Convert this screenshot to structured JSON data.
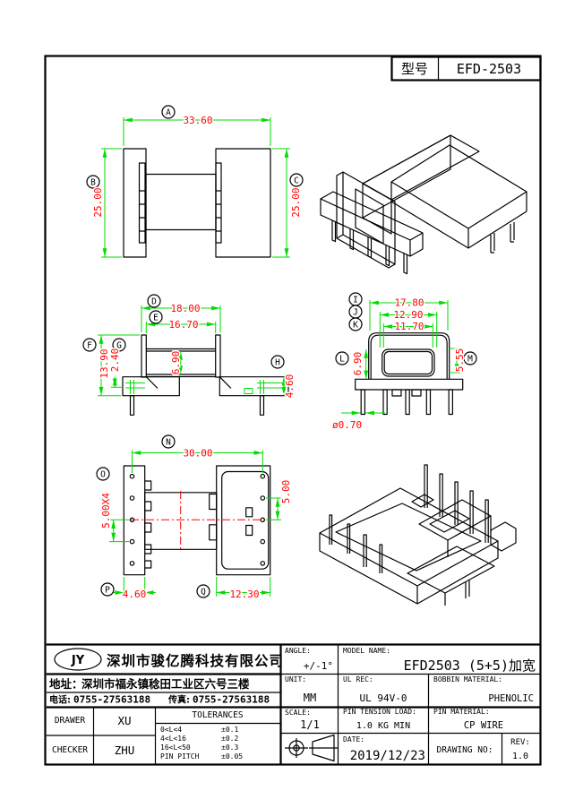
{
  "part_header": {
    "label": "型号",
    "value": "EFD-2503"
  },
  "views": {
    "front_top": {
      "label_a": "A",
      "dim_a": "33.60",
      "label_b": "B",
      "dim_b": "25.00",
      "label_c": "C",
      "dim_c": "25.00"
    },
    "front": {
      "label_d": "D",
      "dim_d": "18.00",
      "label_e": "E",
      "dim_e": "16.70",
      "label_f": "F",
      "dim_f": "13.90",
      "label_g": "G",
      "dim_g": "2.40",
      "dim_window": "6.90",
      "label_h": "H",
      "dim_h": "4.60"
    },
    "side": {
      "label_i": "I",
      "dim_i": "17.80",
      "label_j": "J",
      "dim_j": "12.90",
      "label_k": "K",
      "dim_k": "11.70",
      "label_l": "L",
      "dim_l": "6.90",
      "label_m": "M",
      "dim_m": "5.55",
      "dim_pin_dia": "ø0.70"
    },
    "bottom": {
      "label_n": "N",
      "dim_n": "30.00",
      "label_o": "O",
      "dim_o": "5.00X4",
      "dim_pitch": "5.00",
      "label_p": "P",
      "dim_p": "4.60",
      "label_q": "Q",
      "dim_q": "12.30"
    }
  },
  "company": {
    "logo": "JY",
    "name": "深圳市骏亿腾科技有限公司",
    "address_label": "地址：",
    "address": "深圳市福永镇稔田工业区六号三楼",
    "phone_label": "电话:",
    "phone": "0755-27563188",
    "fax_label": "传真:",
    "fax": "0755-27563188"
  },
  "title_block": {
    "angle_label": "ANGLE:",
    "angle": "+/-1°",
    "model_name_label": "MODEL NAME:",
    "model_name": "EFD2503 (5+5)加宽",
    "unit_label": "UNIT:",
    "unit": "MM",
    "ul_rec_label": "UL REC:",
    "ul_rec": "UL 94V-0",
    "bobbin_material_label": "BOBBIN MATERIAL:",
    "bobbin_material": "PHENOLIC",
    "scale_label": "SCALE:",
    "scale": "1/1",
    "pin_tension_label": "PIN TENSION LOAD:",
    "pin_tension": "1.0 KG MIN",
    "pin_material_label": "PIN MATERIAL:",
    "pin_material": "CP WIRE",
    "date_label": "DATE:",
    "date": "2019/12/23",
    "drawing_no_label": "DRAWING NO:",
    "rev_label": "REV:",
    "rev": "1.0",
    "drawer_label": "DRAWER",
    "drawer": "XU",
    "checker_label": "CHECKER",
    "checker": "ZHU",
    "tolerances_title": "TOLERANCES",
    "tolerances": [
      {
        "range": "0<L<4",
        "tol": "±0.1"
      },
      {
        "range": "4<L<16",
        "tol": "±0.2"
      },
      {
        "range": "16<L<50",
        "tol": "±0.3"
      },
      {
        "range": "PIN PITCH",
        "tol": "±0.05"
      }
    ]
  },
  "colors": {
    "dimension_line": "#00dc00",
    "dimension_text": "#ff0000",
    "drawing_line": "#000000",
    "centerline": "#ff0000"
  }
}
